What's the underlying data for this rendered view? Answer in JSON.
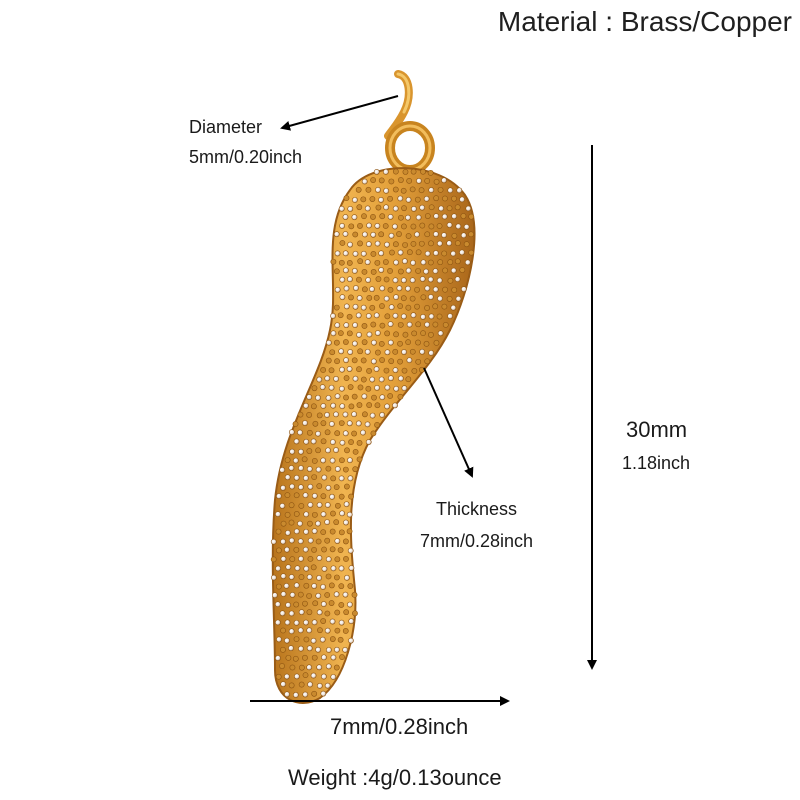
{
  "material": "Material : Brass/Copper",
  "diameter": {
    "label": "Diameter",
    "value": "5mm/0.20inch"
  },
  "height": {
    "mm": "30mm",
    "inch": "1.18inch"
  },
  "thickness": {
    "label": "Thickness",
    "value": "7mm/0.28inch"
  },
  "width": {
    "value": "7mm/0.28inch"
  },
  "weight": "Weight :4g/0.13ounce",
  "colors": {
    "gold": "#e3a03a",
    "gold_dark": "#b8741c",
    "gold_light": "#f4c86a",
    "stone": "#f2ece6",
    "arrow": "#000000"
  }
}
